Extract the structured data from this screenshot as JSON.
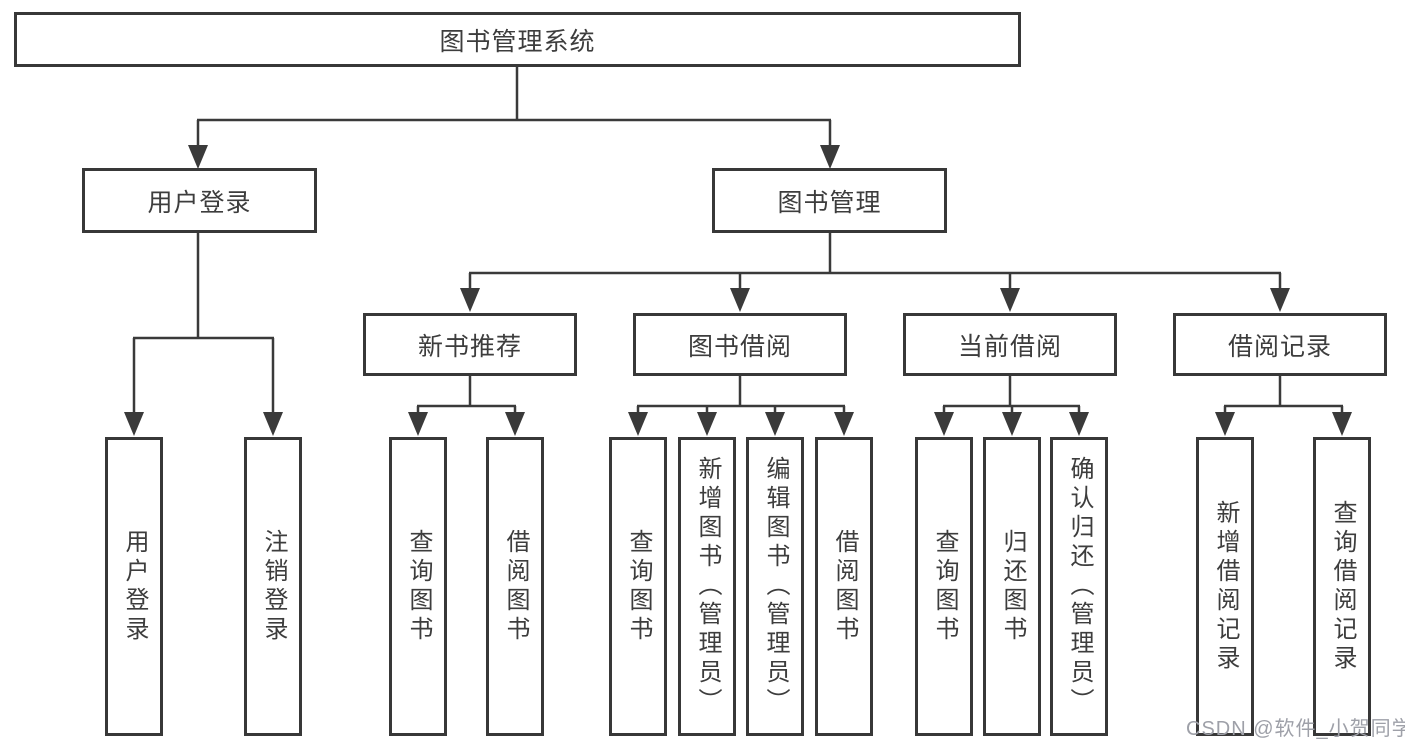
{
  "tree": {
    "label": "图书管理系统",
    "children": [
      {
        "label": "用户登录",
        "children": [
          {
            "label": "用户登录"
          },
          {
            "label": "注销登录"
          }
        ]
      },
      {
        "label": "图书管理",
        "children": [
          {
            "label": "新书推荐",
            "children": [
              {
                "label": "查询图书"
              },
              {
                "label": "借阅图书"
              }
            ]
          },
          {
            "label": "图书借阅",
            "children": [
              {
                "label": "查询图书"
              },
              {
                "label": "新增图书（管理员）"
              },
              {
                "label": "编辑图书（管理员）"
              },
              {
                "label": "借阅图书"
              }
            ]
          },
          {
            "label": "当前借阅",
            "children": [
              {
                "label": "查询图书"
              },
              {
                "label": "归还图书"
              },
              {
                "label": "确认归还（管理员）"
              }
            ]
          },
          {
            "label": "借阅记录",
            "children": [
              {
                "label": "新增借阅记录"
              },
              {
                "label": "查询借阅记录"
              }
            ]
          }
        ]
      }
    ]
  },
  "watermark": {
    "text": "CSDN @软件_小贺同学"
  },
  "colors": {
    "line": "#3a3a3a",
    "box_border": "#383838",
    "text": "#3d3d3d",
    "watermark": "#9ea0a8",
    "background": "#ffffff"
  }
}
